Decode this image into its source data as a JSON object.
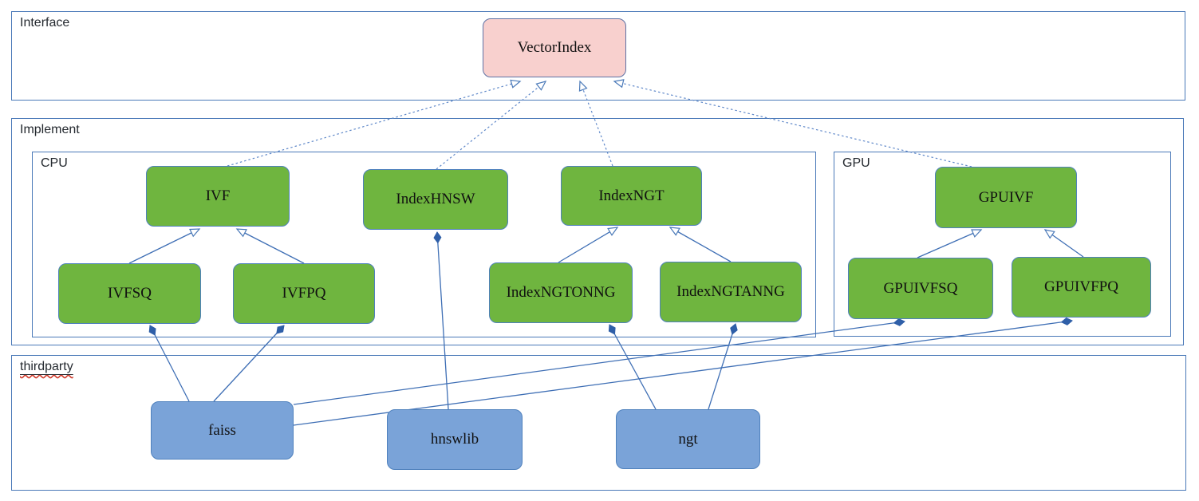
{
  "containers": {
    "interface": {
      "label": "Interface"
    },
    "implement": {
      "label": "Implement"
    },
    "cpu": {
      "label": "CPU"
    },
    "gpu": {
      "label": "GPU"
    },
    "thirdparty": {
      "label": "thirdparty"
    }
  },
  "nodes": {
    "vectorindex": {
      "label": "VectorIndex"
    },
    "ivf": {
      "label": "IVF"
    },
    "indexhnsw": {
      "label": "IndexHNSW"
    },
    "indexngt": {
      "label": "IndexNGT"
    },
    "gpuivf": {
      "label": "GPUIVF"
    },
    "ivfsq": {
      "label": "IVFSQ"
    },
    "ivfpq": {
      "label": "IVFPQ"
    },
    "indexngtonng": {
      "label": "IndexNGTONNG"
    },
    "indexngtanng": {
      "label": "IndexNGTANNG"
    },
    "gpuivfsq": {
      "label": "GPUIVFSQ"
    },
    "gpuivfpq": {
      "label": "GPUIVFPQ"
    },
    "faiss": {
      "label": "faiss"
    },
    "hnswlib": {
      "label": "hnswlib"
    },
    "ngt": {
      "label": "ngt"
    }
  },
  "relationships": [
    {
      "from": "IVF",
      "to": "VectorIndex",
      "type": "realization"
    },
    {
      "from": "IndexHNSW",
      "to": "VectorIndex",
      "type": "realization"
    },
    {
      "from": "IndexNGT",
      "to": "VectorIndex",
      "type": "realization"
    },
    {
      "from": "GPUIVF",
      "to": "VectorIndex",
      "type": "realization"
    },
    {
      "from": "IVFSQ",
      "to": "IVF",
      "type": "inheritance"
    },
    {
      "from": "IVFPQ",
      "to": "IVF",
      "type": "inheritance"
    },
    {
      "from": "IndexNGTONNG",
      "to": "IndexNGT",
      "type": "inheritance"
    },
    {
      "from": "IndexNGTANNG",
      "to": "IndexNGT",
      "type": "inheritance"
    },
    {
      "from": "GPUIVFSQ",
      "to": "GPUIVF",
      "type": "inheritance"
    },
    {
      "from": "GPUIVFPQ",
      "to": "GPUIVF",
      "type": "inheritance"
    },
    {
      "from": "faiss",
      "to": "IVFSQ",
      "type": "composition"
    },
    {
      "from": "faiss",
      "to": "IVFPQ",
      "type": "composition"
    },
    {
      "from": "faiss",
      "to": "GPUIVFSQ",
      "type": "composition"
    },
    {
      "from": "faiss",
      "to": "GPUIVFPQ",
      "type": "composition"
    },
    {
      "from": "hnswlib",
      "to": "IndexHNSW",
      "type": "composition"
    },
    {
      "from": "ngt",
      "to": "IndexNGTONNG",
      "type": "composition"
    },
    {
      "from": "ngt",
      "to": "IndexNGTANNG",
      "type": "composition"
    }
  ],
  "colors": {
    "interface_node_fill": "#f8d0ce",
    "interface_node_border": "#5e72a5",
    "implement_node_fill": "#6fb53f",
    "implement_node_border": "#4f81bd",
    "thirdparty_node_fill": "#7aa3d8",
    "thirdparty_node_border": "#4f81bd",
    "container_border": "#4a79b8",
    "connector_solid": "#3f6fb5",
    "connector_dashed": "#5f88c9",
    "diamond_fill": "#2f5fa8",
    "spellcheck_underline": "#d03a2b"
  }
}
